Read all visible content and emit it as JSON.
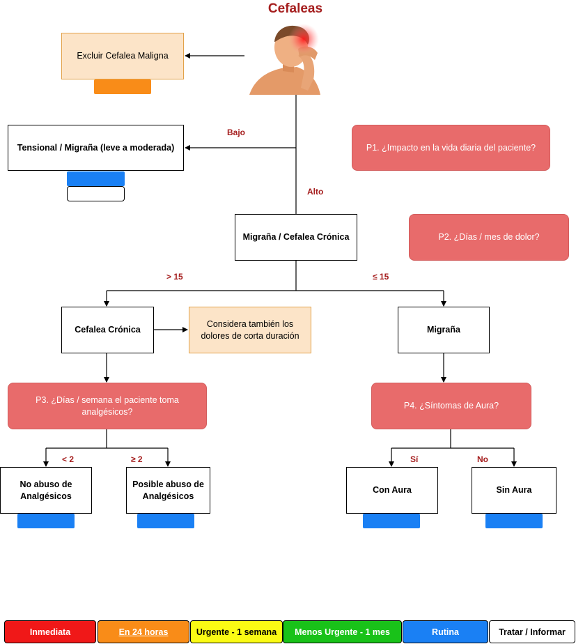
{
  "title": "Cefaleas",
  "nodes": {
    "excluir": "Excluir Cefalea Maligna",
    "tensional": "Tensional / Migraña (leve a moderada)",
    "q1": "P1. ¿Impacto en la vida diaria del paciente?",
    "migrana_cronica": "Migraña / Cefalea Crónica",
    "q2": "P2. ¿Días / mes de dolor?",
    "cefalea_cronica": "Cefalea Crónica",
    "considera": "Considera también los dolores de corta duración",
    "migrana": "Migraña",
    "q3": "P3. ¿Días / semana el paciente toma analgésicos?",
    "q4": "P4. ¿Síntomas de Aura?",
    "no_abuso": "No abuso de Analgésicos",
    "posible_abuso": "Posible abuso de Analgésicos",
    "con_aura": "Con Aura",
    "sin_aura": "Sin Aura"
  },
  "edge_labels": {
    "bajo": "Bajo",
    "alto": "Alto",
    "gt15": "> 15",
    "le15": "≤ 15",
    "lt2": "< 2",
    "ge2": "≥ 2",
    "si": "Sí",
    "no": "No"
  },
  "image": {
    "icon": "headache-person-icon"
  },
  "legend": [
    {
      "label": "Inmediata",
      "bg": "#f01818",
      "color": "#ffffff"
    },
    {
      "label": "En 24 horas",
      "bg": "#f98c18",
      "color": "#ffffff"
    },
    {
      "label": "Urgente - 1 semana",
      "bg": "#fbfb14",
      "color": "#000000"
    },
    {
      "label": "Menos Urgente - 1 mes",
      "bg": "#19c219",
      "color": "#ffffff"
    },
    {
      "label": "Rutina",
      "bg": "#1a80f4",
      "color": "#ffffff"
    },
    {
      "label": "Tratar / Informar",
      "bg": "#ffffff",
      "color": "#000000"
    }
  ],
  "colors": {
    "title": "#a51e1e",
    "question_box": "#e86b6b",
    "peach_box": "#fce4c8",
    "routine_chip": "#1a80f4",
    "urgent24_chip": "#f98c18"
  }
}
